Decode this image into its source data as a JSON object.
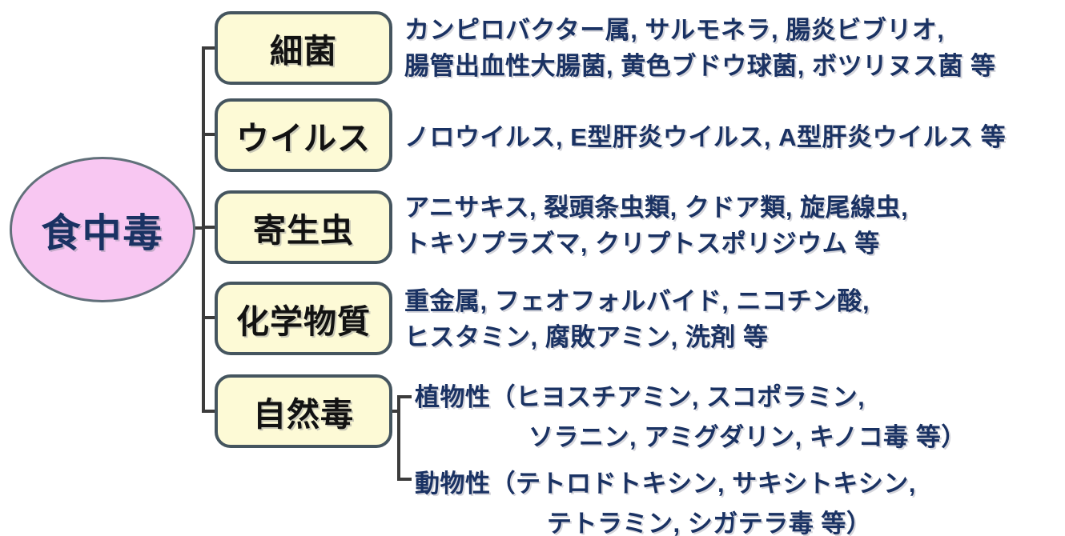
{
  "root": {
    "label": "食中毒"
  },
  "colors": {
    "ellipse_fill": "#f8c7f2",
    "ellipse_border": "#61707a",
    "box_fill": "#fdfad6",
    "box_border": "#45555f",
    "text_navy": "#1a3263",
    "line": "#3c3c3c",
    "box_text": "#121212"
  },
  "branches": [
    {
      "label": "細菌",
      "lines": [
        "カンピロバクター属, サルモネラ, 腸炎ビブリオ,",
        "腸管出血性大腸菌, 黄色ブドウ球菌, ボツリヌス菌 等"
      ]
    },
    {
      "label": "ウイルス",
      "lines": [
        "ノロウイルス, E型肝炎ウイルス, A型肝炎ウイルス 等"
      ]
    },
    {
      "label": "寄生虫",
      "lines": [
        "アニサキス, 裂頭条虫類, クドア類, 旋尾線虫,",
        "トキソプラズマ, クリプトスポリジウム 等"
      ]
    },
    {
      "label": "化学物質",
      "lines": [
        "重金属, フェオフォルバイド, ニコチン酸,",
        "ヒスタミン, 腐敗アミン, 洗剤 等"
      ]
    },
    {
      "label": "自然毒",
      "sub": [
        {
          "lines": [
            "植物性（ヒヨスチアミン, スコポラミン,",
            "ソラニン, アミグダリン, キノコ毒 等）"
          ]
        },
        {
          "lines": [
            "動物性（テトロドトキシン, サキシトキシン,",
            "テトラミン, シガテラ毒 等）"
          ]
        }
      ]
    }
  ]
}
